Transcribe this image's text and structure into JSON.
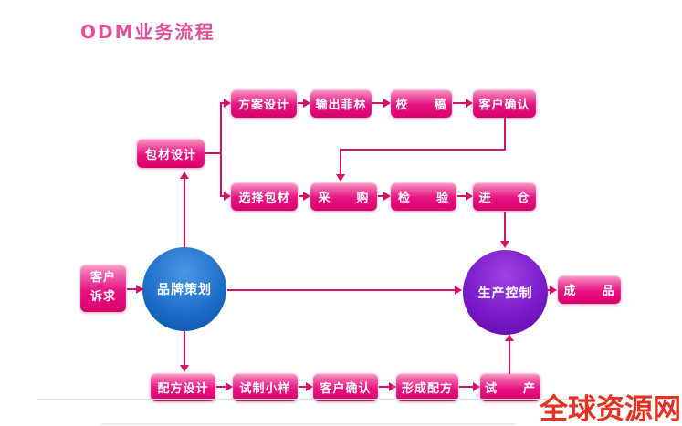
{
  "title": "ODM业务流程",
  "watermark": "全球资源网",
  "colors": {
    "title_pink": "#e0509a",
    "box_gradient_top": "#f9a0cd",
    "box_gradient_bottom": "#d80069",
    "connector": "#d41367",
    "circle_blue": "#1d6fca",
    "circle_purple": "#7b1acb",
    "watermark_red": "#e43122"
  },
  "nodes": {
    "customer_demand": {
      "lines": [
        "客户",
        "诉求"
      ]
    },
    "brand_planning": {
      "label": "品牌策划"
    },
    "packaging_design": {
      "label": "包材设计"
    },
    "production_control": {
      "label": "生产控制"
    },
    "finished_product": {
      "label": "成　　品"
    },
    "row1": [
      {
        "label": "方案设计"
      },
      {
        "label": "输出菲林"
      },
      {
        "label": "校　　稿"
      },
      {
        "label": "客户确认"
      }
    ],
    "row2": [
      {
        "label": "选择包材"
      },
      {
        "label": "采　　购"
      },
      {
        "label": "检　　验"
      },
      {
        "label": "进　　仓"
      }
    ],
    "row3": [
      {
        "label": "配方设计"
      },
      {
        "label": "试制小样"
      },
      {
        "label": "客户确认"
      },
      {
        "label": "形成配方"
      },
      {
        "label": "试　　产"
      }
    ]
  },
  "edges": [
    {
      "from": "客户诉求",
      "to": "品牌策划"
    },
    {
      "from": "品牌策划",
      "to": "包材设计"
    },
    {
      "from": "品牌策划",
      "to": "生产控制"
    },
    {
      "from": "品牌策划",
      "to": "配方设计"
    },
    {
      "from": "包材设计",
      "to": "方案设计"
    },
    {
      "from": "包材设计",
      "to": "选择包材"
    },
    {
      "from": "方案设计",
      "to": "输出菲林"
    },
    {
      "from": "输出菲林",
      "to": "校稿"
    },
    {
      "from": "校稿",
      "to": "客户确认"
    },
    {
      "from": "客户确认",
      "to": "采购"
    },
    {
      "from": "选择包材",
      "to": "采购"
    },
    {
      "from": "采购",
      "to": "检验"
    },
    {
      "from": "检验",
      "to": "进仓"
    },
    {
      "from": "进仓",
      "to": "生产控制"
    },
    {
      "from": "配方设计",
      "to": "试制小样"
    },
    {
      "from": "试制小样",
      "to": "客户确认"
    },
    {
      "from": "客户确认",
      "to": "形成配方"
    },
    {
      "from": "形成配方",
      "to": "试产"
    },
    {
      "from": "试产",
      "to": "生产控制"
    },
    {
      "from": "生产控制",
      "to": "成品"
    }
  ]
}
